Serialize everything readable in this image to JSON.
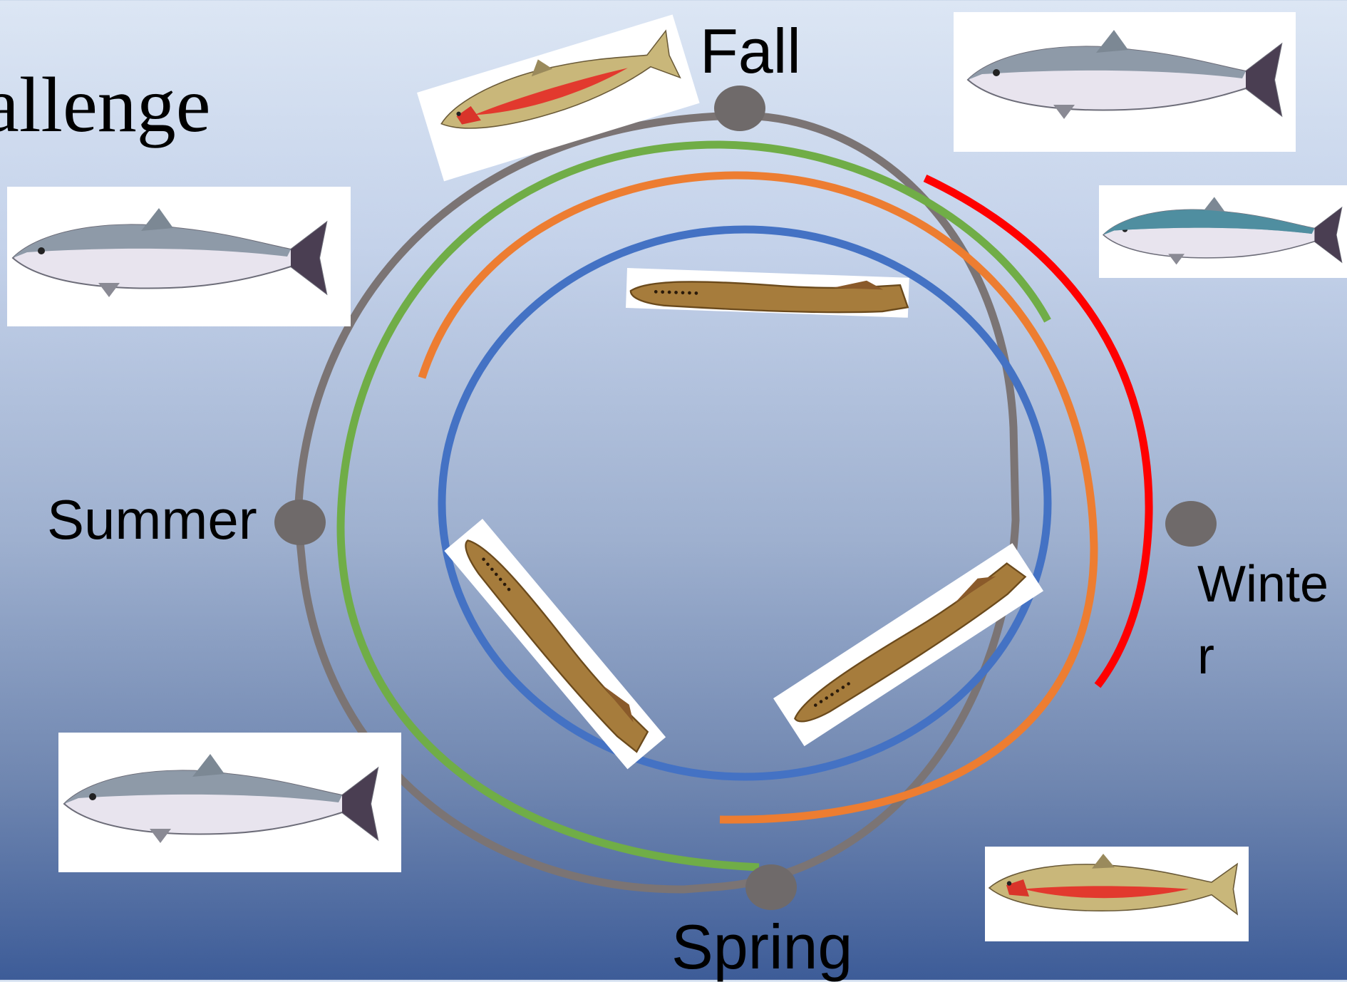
{
  "slide": {
    "title": "allenge"
  },
  "seasons": {
    "fall": "Fall",
    "summer": "Summer",
    "winter": "Winter",
    "spring": "Spring"
  },
  "colors": {
    "outer_ring": "#7b7474",
    "green_arc": "#70ad47",
    "orange_arc": "#ed7d31",
    "red_arc": "#ff0000",
    "blue_ring": "#4472c4",
    "season_marker": "#6f6a6a"
  },
  "illustrations": [
    {
      "name": "spawning-trout-fall-icon"
    },
    {
      "name": "chinook-salmon-fall-icon"
    },
    {
      "name": "coho-salmon-winter-icon"
    },
    {
      "name": "chinook-salmon-summer-icon"
    },
    {
      "name": "chinook-salmon-lower-left-icon"
    },
    {
      "name": "spawning-trout-spring-icon"
    },
    {
      "name": "lamprey-top-icon"
    },
    {
      "name": "lamprey-left-icon"
    },
    {
      "name": "lamprey-right-icon"
    }
  ]
}
